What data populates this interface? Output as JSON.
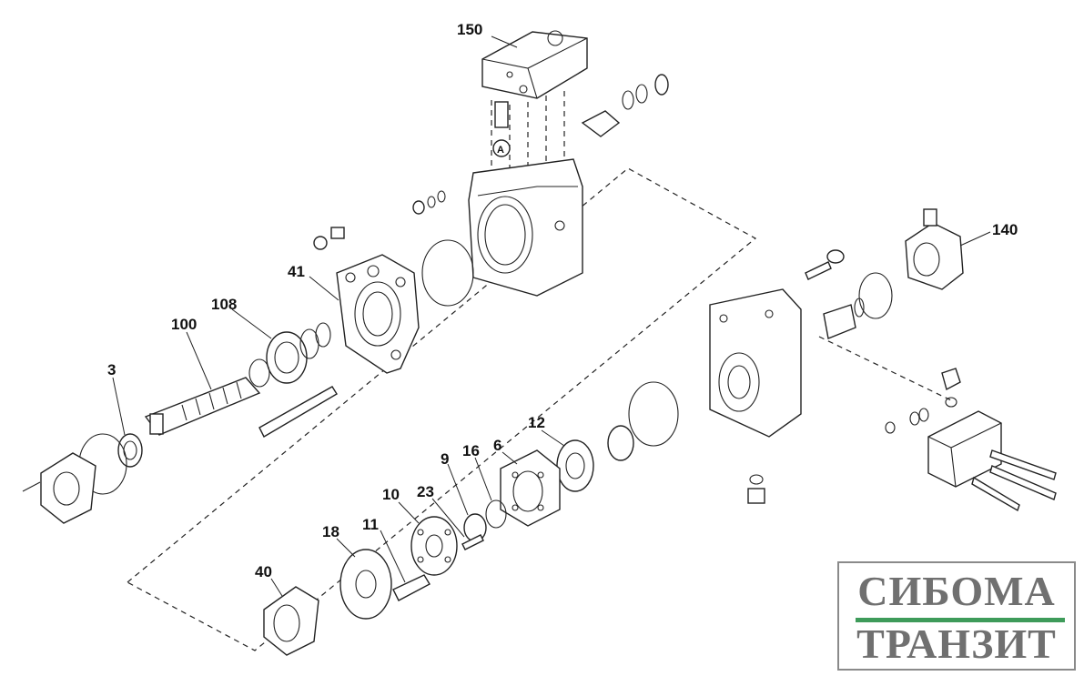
{
  "labels": {
    "p150": "150",
    "p140": "140",
    "p41": "41",
    "p108": "108",
    "p100": "100",
    "p3": "3",
    "p12": "12",
    "p6": "6",
    "p16": "16",
    "p9": "9",
    "p23": "23",
    "p10": "10",
    "p11": "11",
    "p18": "18",
    "p40": "40",
    "detail_a": "A"
  },
  "logo": {
    "line1": "СИБОМА",
    "line2": "ТРАНЗИТ",
    "accent": "#3e9b5a",
    "text_color": "#707070"
  }
}
